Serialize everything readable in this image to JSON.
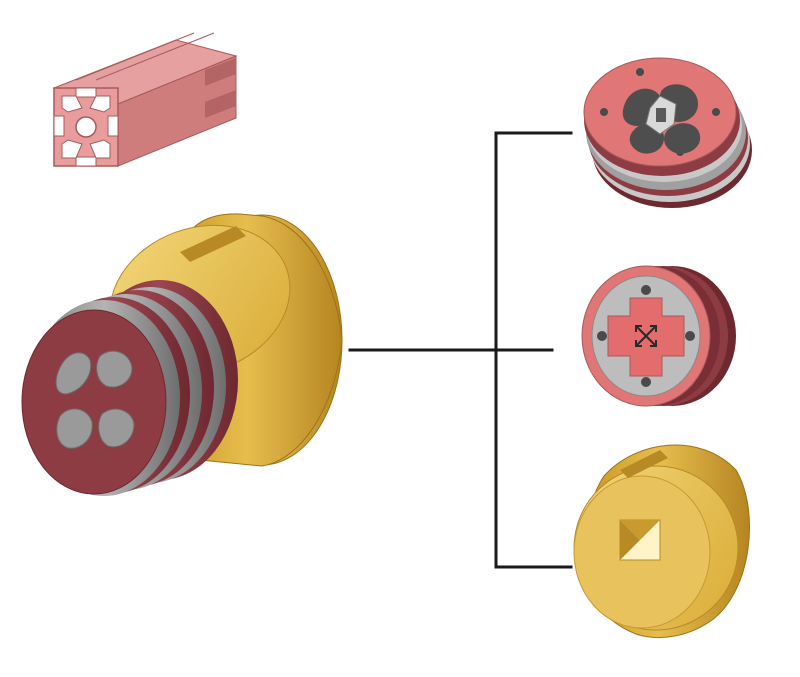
{
  "diagram": {
    "description_text": "",
    "colors": {
      "background": "#ffffff",
      "aluminum_profile": "#d98a8a",
      "aluminum_profile_dark": "#a85a5a",
      "die_gold": "#e2b94a",
      "die_gold_dark": "#b88a25",
      "die_gold_light": "#f0d070",
      "ring_red": "#8e3c44",
      "ring_red_light": "#e07676",
      "ring_gray": "#8c8c8c",
      "ring_gray_light": "#c8c8c8",
      "connector_line": "#1a1a1a"
    },
    "components": [
      {
        "id": "aluminum-profile",
        "icon": "t-slot-profile-icon"
      },
      {
        "id": "assembled-die",
        "icon": "assembled-extrusion-die-icon"
      },
      {
        "id": "die-plate-top",
        "icon": "porthole-die-plate-icon"
      },
      {
        "id": "die-plate-middle",
        "icon": "bridge-die-plate-icon"
      },
      {
        "id": "die-plate-bottom",
        "icon": "die-holder-icon"
      }
    ]
  }
}
